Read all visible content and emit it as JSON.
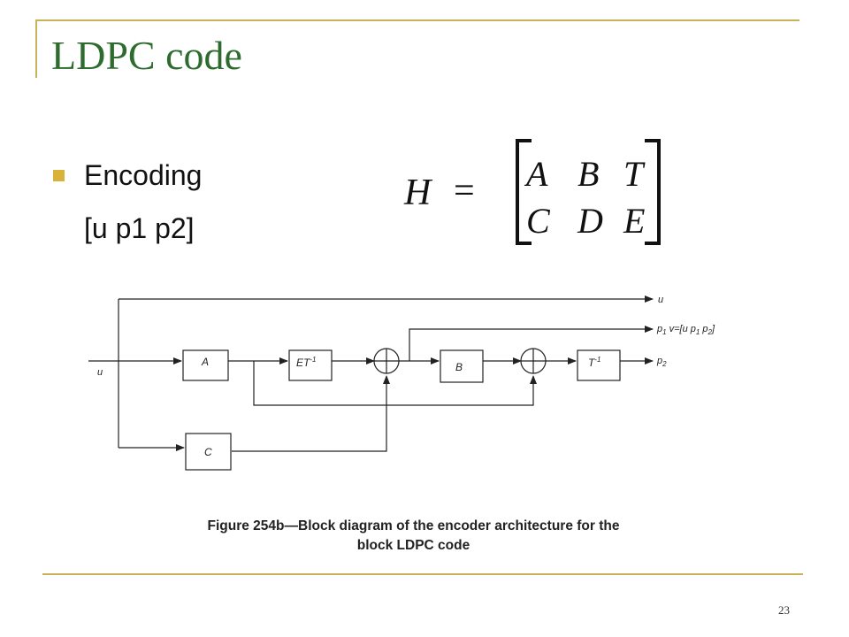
{
  "slide": {
    "title": "LDPC code",
    "bullet": "Encoding",
    "subline": "[u p1 p2]",
    "page_number": "23"
  },
  "equation": {
    "lhs": "H",
    "equals": "=",
    "row1": [
      "A",
      "B",
      "T"
    ],
    "row2": [
      "C",
      "D",
      "E"
    ]
  },
  "diagram": {
    "blocks": {
      "a": "A",
      "et_base": "ET",
      "et_sup": "-1",
      "b": "B",
      "t_base": "T",
      "t_sup": "-1",
      "c": "C"
    },
    "labels": {
      "input_u": "u",
      "output_u": "u",
      "p1_prefix": "p",
      "p1_sub": "1",
      "v_eq": " v=[u p",
      "v_sub1": "1",
      "v_mid": " p",
      "v_sub2": "2",
      "v_end": "]",
      "p2_base": "p",
      "p2_sub": "2"
    },
    "caption_line1": "Figure 254b—Block diagram of the encoder architecture for the",
    "caption_line2": "block LDPC code"
  },
  "colors": {
    "title": "#2e6b2e",
    "frame": "#c9b25a",
    "bullet": "#d9b23a"
  }
}
